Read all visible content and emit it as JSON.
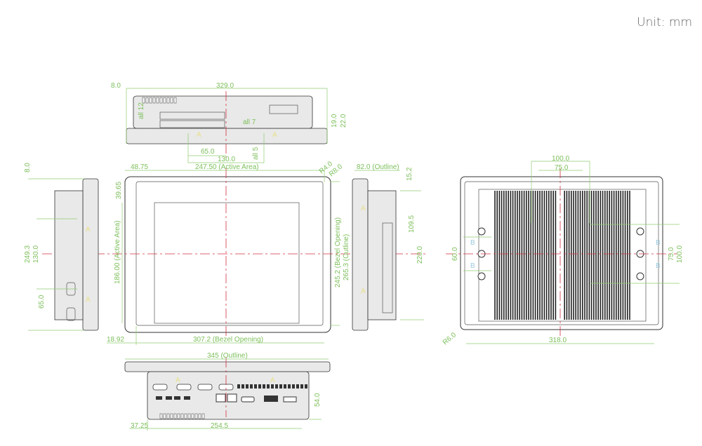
{
  "unit_label": "Unit: mm",
  "colors": {
    "dimension": "#7cbf5a",
    "centerline": "#d03040",
    "outline": "#333333"
  },
  "views": {
    "top": {
      "d1": "8.0",
      "d2": "329.0",
      "d3": "all 12",
      "d4": "all 7",
      "d5": "19.0",
      "d6": "22.0",
      "d7": "65.0",
      "d8": "130.0",
      "d9": "all 5",
      "marker": "A"
    },
    "front": {
      "d1": "48.75",
      "d2": "247.50 (Active Area)",
      "d3": "R4.0",
      "d4": "R8.0",
      "d5": "39.65",
      "d6": "186.00 (Active Area)",
      "d7": "245.2 (Bezel Opening)",
      "d8": "265.3 (Outline)",
      "d9": "18.92",
      "d10": "307.2 (Bezel Opening)"
    },
    "left": {
      "d1": "8.0",
      "d2": "249.3",
      "d3": "130.0",
      "d4": "65.0",
      "marker": "A"
    },
    "right": {
      "d1": "82.0 (Outline)",
      "d2": "15.2",
      "d3": "109.5",
      "d4": "220.0",
      "marker": "A"
    },
    "rear": {
      "d1": "100.0",
      "d2": "75.0",
      "d3": "60.0",
      "d4": "75.0",
      "d5": "100.0",
      "d6": "R6.0",
      "d7": "318.0",
      "marker": "B"
    },
    "bottom": {
      "d1": "345 (Outline)",
      "d2": "54.0",
      "d3": "37.25",
      "d4": "254.5",
      "marker": "A"
    }
  }
}
